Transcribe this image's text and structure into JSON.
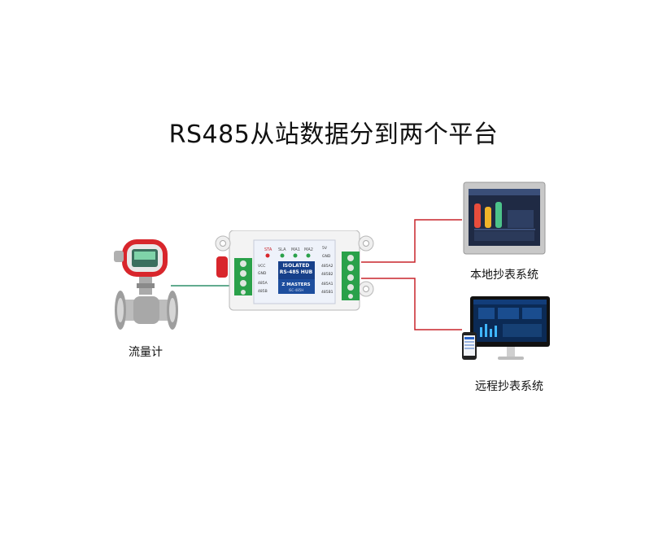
{
  "title": "RS485从站数据分到两个平台",
  "flowmeter": {
    "label": "流量计"
  },
  "local_system": {
    "label": "本地抄表系统"
  },
  "remote_system": {
    "label": "远程抄表系统"
  },
  "hub": {
    "line1": "ISOLATED",
    "line2": "RS-485 HUB",
    "brand": "Z MASTERS",
    "model": "ISC-485H",
    "leds": [
      "STA",
      "SLA",
      "MA1",
      "MA2"
    ],
    "left_terminals": [
      "VCC",
      "GND",
      "485A",
      "485B"
    ],
    "right_terminals": [
      "5V",
      "GND",
      "485A2",
      "485B2",
      "485A1",
      "485B1"
    ]
  },
  "colors": {
    "link_line": "#c9252b",
    "flow_line": "#2f8f6a",
    "terminal_green": "#2aa14a",
    "meter_red": "#d8262c"
  }
}
